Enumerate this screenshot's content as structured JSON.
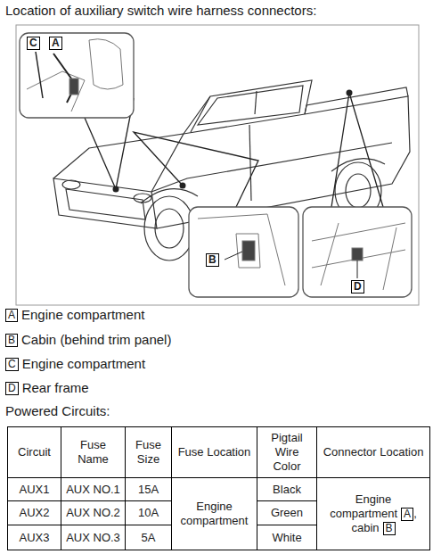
{
  "diagram": {
    "title": "Location of auxiliary switch wire harness connectors:",
    "labels": [
      "C",
      "A",
      "B",
      "D",
      "A",
      "Engine compartment",
      "B",
      "Cabin (behind trim panel)",
      "C",
      "Engine compartment",
      "D",
      "Rear frame",
      "Powered Circuits:",
      "Circuit",
      "Fuse Name",
      "Fuse Size",
      "Fuse Location",
      "Pigtail Wire Color",
      "Connector Location",
      "AUX1",
      "AUX NO.1",
      "15A",
      "Engine compartment",
      "Black",
      "Engine compartment",
      "A",
      ", cabin",
      "B",
      "AUX2",
      "AUX NO.2",
      "10A",
      "Green",
      "AUX3",
      "AUX NO.3",
      "5A",
      "White"
    ]
  }
}
